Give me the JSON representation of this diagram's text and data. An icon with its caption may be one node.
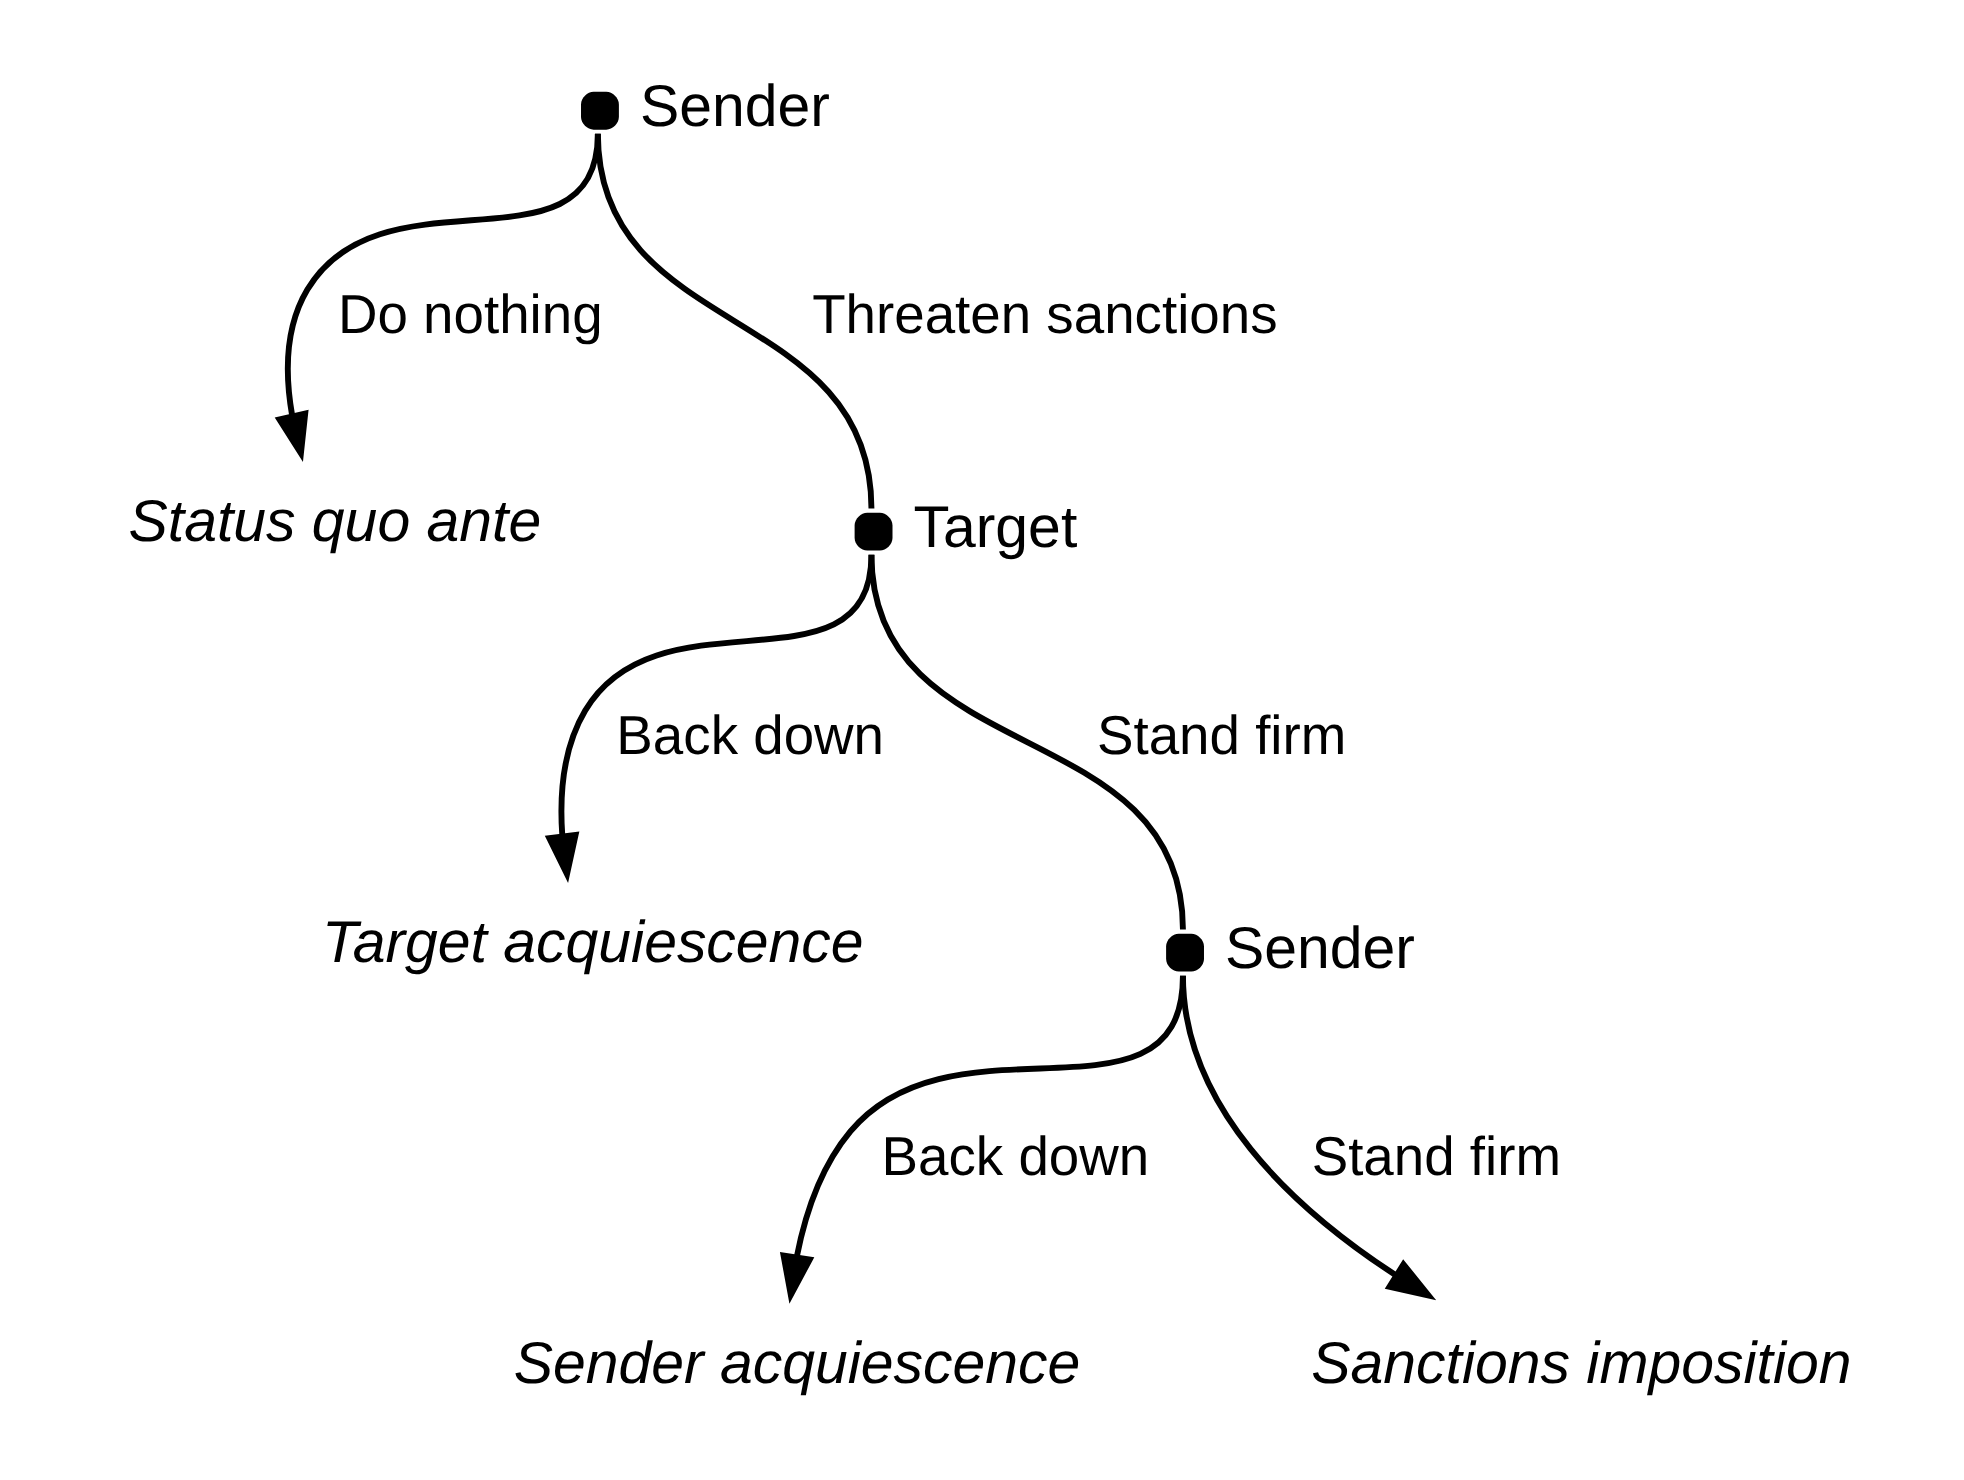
{
  "diagram": {
    "nodes": [
      {
        "text": [
          "Sender"
        ]
      },
      {
        "text": [
          "Status quo ante"
        ]
      },
      {
        "text": [
          "Target"
        ]
      },
      {
        "text": [
          "Target acquiescence"
        ]
      },
      {
        "text": [
          "Sender"
        ]
      },
      {
        "text": [
          "Sender acquiescence"
        ]
      },
      {
        "text": [
          "Sanctions imposition"
        ]
      }
    ],
    "edges": [
      {
        "from": 0,
        "to": 1,
        "arrow": "to",
        "label": "Do nothing"
      },
      {
        "from": 0,
        "to": 2,
        "arrow": "none",
        "label": "Threaten sanctions"
      },
      {
        "from": 2,
        "to": 3,
        "arrow": "to",
        "label": "Back down"
      },
      {
        "from": 2,
        "to": 4,
        "arrow": "none",
        "label": "Stand firm"
      },
      {
        "from": 4,
        "to": 5,
        "arrow": "to",
        "label": "Back down"
      },
      {
        "from": 4,
        "to": 6,
        "arrow": "to",
        "label": "Stand firm"
      }
    ]
  }
}
